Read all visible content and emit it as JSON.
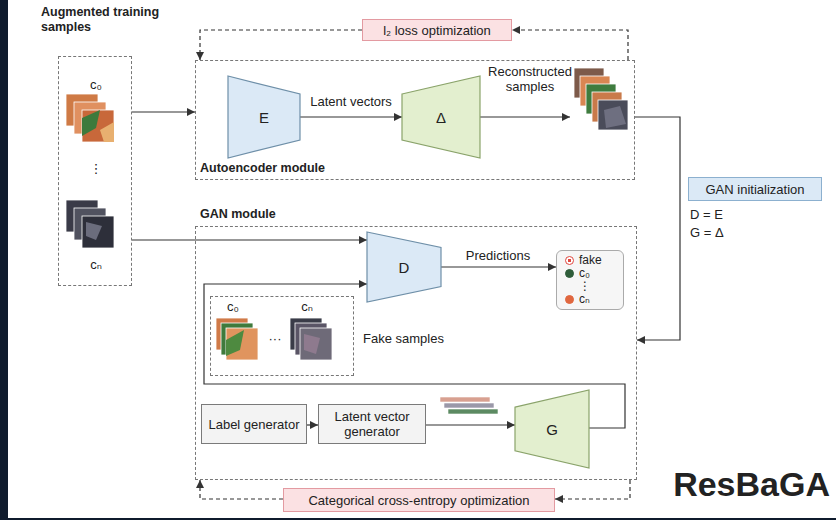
{
  "diagram": {
    "nodes": [
      {
        "text": [
          "Augmented training samples",
          "c₀",
          "⋮",
          "cₙ"
        ]
      },
      {
        "text": [
          "l₂ loss optimization"
        ]
      },
      {
        "text": [
          "Autoencoder module"
        ]
      },
      {
        "text": [
          "E"
        ],
        "in": 2
      },
      {
        "text": [
          "Δ"
        ],
        "in": 2
      },
      {
        "text": [
          "GAN initialization"
        ]
      },
      {
        "text": [
          "GAN module"
        ]
      },
      {
        "text": [
          "D"
        ],
        "in": 6
      },
      {
        "text": [
          "fake",
          "c₀",
          "⋮",
          "cₙ"
        ],
        "in": 6
      },
      {
        "text": [
          "c₀",
          "···",
          "cₙ",
          "Fake samples"
        ],
        "in": 6
      },
      {
        "text": [
          "Label generator"
        ],
        "in": 6
      },
      {
        "text": [
          "Latent vector generator"
        ],
        "in": 6
      },
      {
        "text": [
          "G"
        ],
        "in": 6
      },
      {
        "text": [
          "Categorical cross-entropy optimization"
        ]
      }
    ],
    "edges": [
      {
        "from": 0,
        "to": 2,
        "arrow": "to"
      },
      {
        "from": 0,
        "to": 7,
        "arrow": "to"
      },
      {
        "from": 3,
        "to": 4,
        "label": "Latent vectors",
        "arrow": "to"
      },
      {
        "from": 2,
        "to": 1,
        "arrow": "to"
      },
      {
        "from": 1,
        "to": 2,
        "arrow": "to"
      },
      {
        "from": 2,
        "to": 6,
        "arrow": "to"
      },
      {
        "from": 7,
        "to": 8,
        "label": "Predictions",
        "arrow": "to"
      },
      {
        "from": 10,
        "to": 11,
        "arrow": "to"
      },
      {
        "from": 11,
        "to": 12,
        "arrow": "to"
      },
      {
        "from": 12,
        "to": 7,
        "arrow": "to"
      },
      {
        "from": 6,
        "to": 13,
        "arrow": "to"
      },
      {
        "from": 13,
        "to": 6,
        "arrow": "to"
      }
    ],
    "labels": [
      "Reconstructed samples",
      "D = E",
      "G = Δ",
      "ResBaGA"
    ]
  }
}
